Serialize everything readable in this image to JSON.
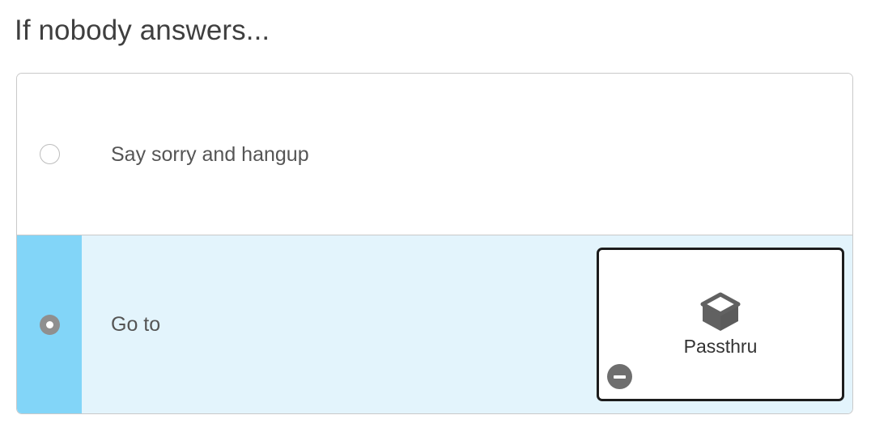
{
  "page": {
    "title": "If nobody answers..."
  },
  "options": [
    {
      "id": "say-sorry-and-hangup",
      "label": "Say sorry and hangup",
      "selected": false,
      "radio_icon": "radio-unchecked-icon"
    },
    {
      "id": "go-to",
      "label": "Go to",
      "selected": true,
      "radio_icon": "radio-checked-icon",
      "target": {
        "name": "Passthru",
        "icon": "cube-icon",
        "remove_icon": "minus-circle-icon"
      }
    }
  ],
  "colors": {
    "accent": "#82d5f8",
    "selected_row_background": "#e3f4fc",
    "card_border": "#1c1c1c",
    "text": "#555555",
    "title_text": "#3f3f3f",
    "container_border": "#c9c9c9",
    "radio_selected": "#8f8f8f",
    "remove_badge": "#6e6e6e"
  }
}
